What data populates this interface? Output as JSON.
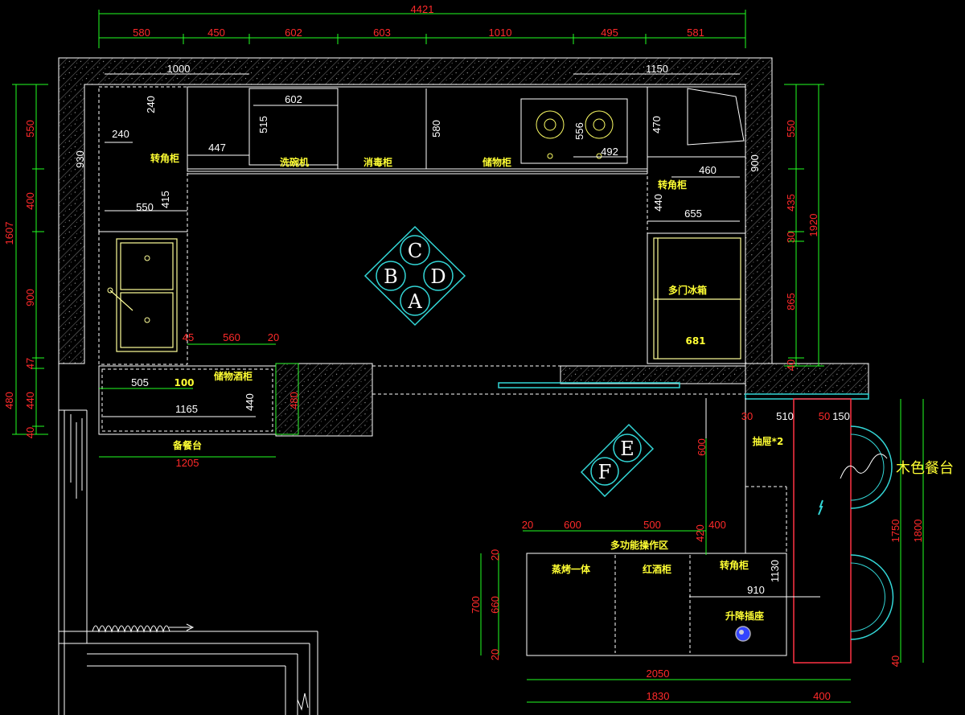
{
  "top_dims": {
    "overall": "4421",
    "segments": [
      "580",
      "450",
      "602",
      "603",
      "1010",
      "495",
      "581"
    ]
  },
  "left_dims": {
    "outer": "1607",
    "segments": [
      "550",
      "400",
      "900",
      "47",
      "480",
      "440",
      "40"
    ]
  },
  "right_dims": {
    "outer": "1920",
    "segments": [
      "550",
      "435",
      "30",
      "865",
      "40"
    ]
  },
  "interior_dims": {
    "top_left_run": "1000",
    "corner_depth_240": "240",
    "corner_width_240": "240",
    "corner_depth_930": "930",
    "gap_447": "447",
    "corner_width_550": "550",
    "corner_depth_415": "415",
    "washer_width": "602",
    "washer_depth": "515",
    "sterilizer_depth": "580",
    "hob_depth": "556",
    "hob_width": "492",
    "right_top_run": "1150",
    "right_top_depth": "470",
    "right_corner_depth": "900",
    "right_corner_width_460": "460",
    "right_corner_depth_440": "440",
    "right_corner_width_655": "655",
    "fridge_width": "681",
    "dim_45": "45",
    "dim_560": "560",
    "dim_20": "20",
    "cabinet_505": "505",
    "cabinet_100": "100",
    "cabinet_1165": "1165",
    "cabinet_440": "440",
    "wall_480": "480",
    "prep_1205": "1205"
  },
  "lower_dims": {
    "dim_20": "20",
    "dim_600": "600",
    "dim_500": "500",
    "dim_420": "420",
    "dim_400": "400",
    "drawer_600": "600",
    "drawer_30": "30",
    "drawer_510": "510",
    "drawer_50": "50",
    "drawer_150": "150",
    "len_1130": "1130",
    "len_910": "910",
    "island_h_700": "700",
    "island_h_20": "20",
    "island_h_660": "660",
    "island_h_20b": "20",
    "len_1750": "1750",
    "len_1800": "1800",
    "len_40": "40",
    "bottom_2050": "2050",
    "bottom_1830": "1830",
    "bottom_400": "400"
  },
  "labels": {
    "corner_cabinet_1": "转角柜",
    "dishwasher": "洗碗机",
    "sterilizer_cabinet": "消毒柜",
    "storage_cabinet": "储物柜",
    "corner_cabinet_2": "转角柜",
    "fridge": "多门冰箱",
    "wine_storage": "储物酒柜",
    "prep_counter": "备餐台",
    "drawer": "抽屉*2",
    "multi_zone": "多功能操作区",
    "steam_oven": "蒸烤一体",
    "wine_cabinet": "红酒柜",
    "corner_cabinet_3": "转角柜",
    "lift_socket": "升降插座",
    "dining_table": "木色餐台"
  },
  "view_markers": {
    "group1": [
      "C",
      "B",
      "D",
      "A"
    ],
    "group2": [
      "E",
      "F"
    ]
  },
  "colors": {
    "background": "#000000",
    "dimension": "#ff2a2a",
    "dimension_line": "#22ff22",
    "label": "#ffff33",
    "wall_line": "#ffffff",
    "marker": "#33d6d6",
    "table": "#ff3344"
  }
}
